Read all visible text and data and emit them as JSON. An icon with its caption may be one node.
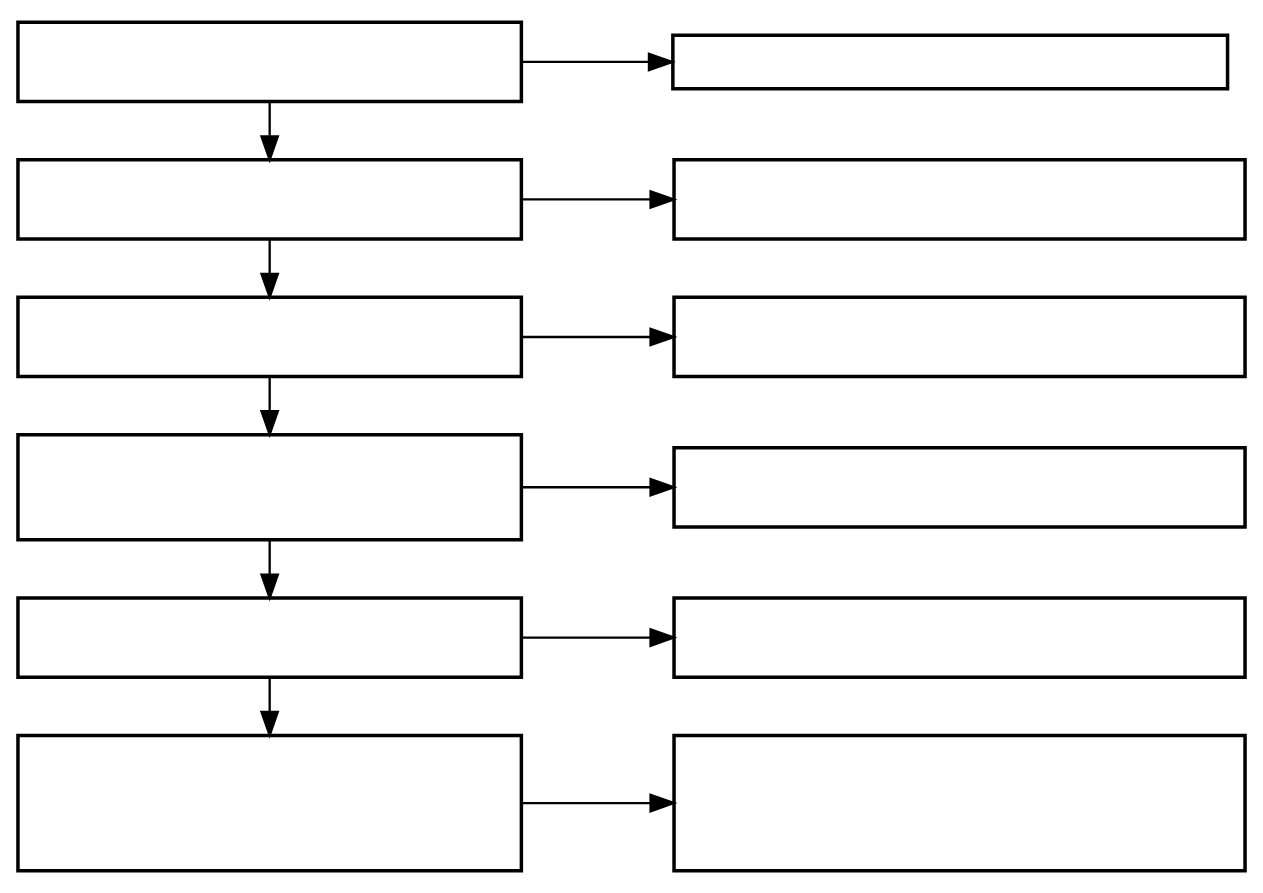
{
  "diagram": {
    "nodes": [
      {
        "text": [],
        "shape": "box"
      },
      {
        "text": [],
        "shape": "box"
      },
      {
        "text": [],
        "shape": "box"
      },
      {
        "text": [],
        "shape": "box"
      },
      {
        "text": [],
        "shape": "box"
      },
      {
        "text": [],
        "shape": "box"
      },
      {
        "text": [],
        "shape": "box"
      },
      {
        "text": [],
        "shape": "box"
      },
      {
        "text": [],
        "shape": "box"
      },
      {
        "text": [],
        "shape": "box"
      },
      {
        "text": [],
        "shape": "box"
      },
      {
        "text": [],
        "shape": "box"
      }
    ],
    "edges": [
      {
        "from": 0,
        "to": 1,
        "arrow": "to"
      },
      {
        "from": 0,
        "to": 2,
        "arrow": "to"
      },
      {
        "from": 2,
        "to": 3,
        "arrow": "to"
      },
      {
        "from": 2,
        "to": 4,
        "arrow": "to"
      },
      {
        "from": 4,
        "to": 5,
        "arrow": "to"
      },
      {
        "from": 4,
        "to": 6,
        "arrow": "to"
      },
      {
        "from": 6,
        "to": 7,
        "arrow": "to"
      },
      {
        "from": 6,
        "to": 8,
        "arrow": "to"
      },
      {
        "from": 8,
        "to": 9,
        "arrow": "to"
      },
      {
        "from": 8,
        "to": 10,
        "arrow": "to"
      },
      {
        "from": 10,
        "to": 11,
        "arrow": "to"
      }
    ]
  }
}
